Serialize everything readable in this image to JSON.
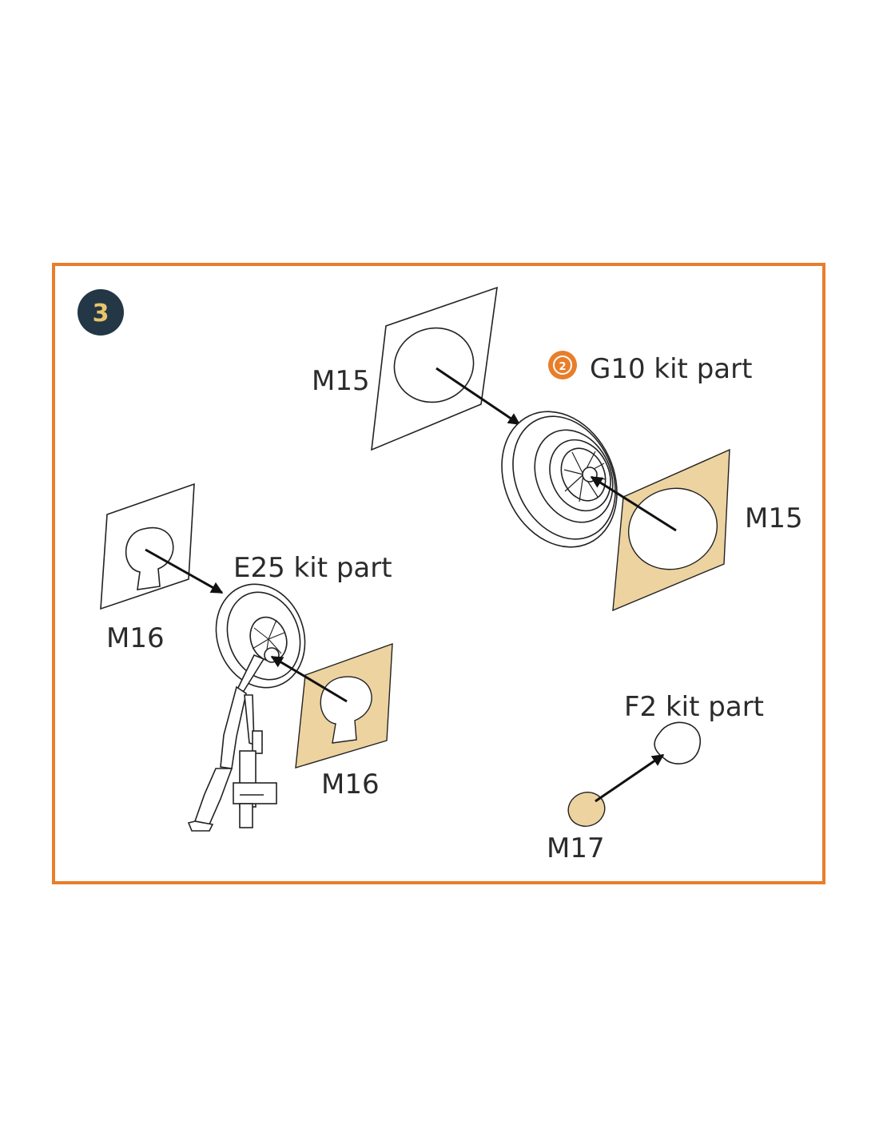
{
  "step": {
    "number": "3"
  },
  "colors": {
    "frame": "#e87e2b",
    "mask": "#ecd3a0",
    "badge": "#233746",
    "badge_text": "#e9c46a",
    "icon": "#e87e2b"
  },
  "icons": {
    "paint_icon": "orange-circle-2-icon"
  },
  "labels": {
    "m15_left": "M15",
    "g10": "G10 kit part",
    "m15_right": "M15",
    "e25": "E25 kit part",
    "m16_left": "M16",
    "m16_right": "M16",
    "f2": "F2 kit part",
    "m17": "M17",
    "icon_num": "2"
  }
}
